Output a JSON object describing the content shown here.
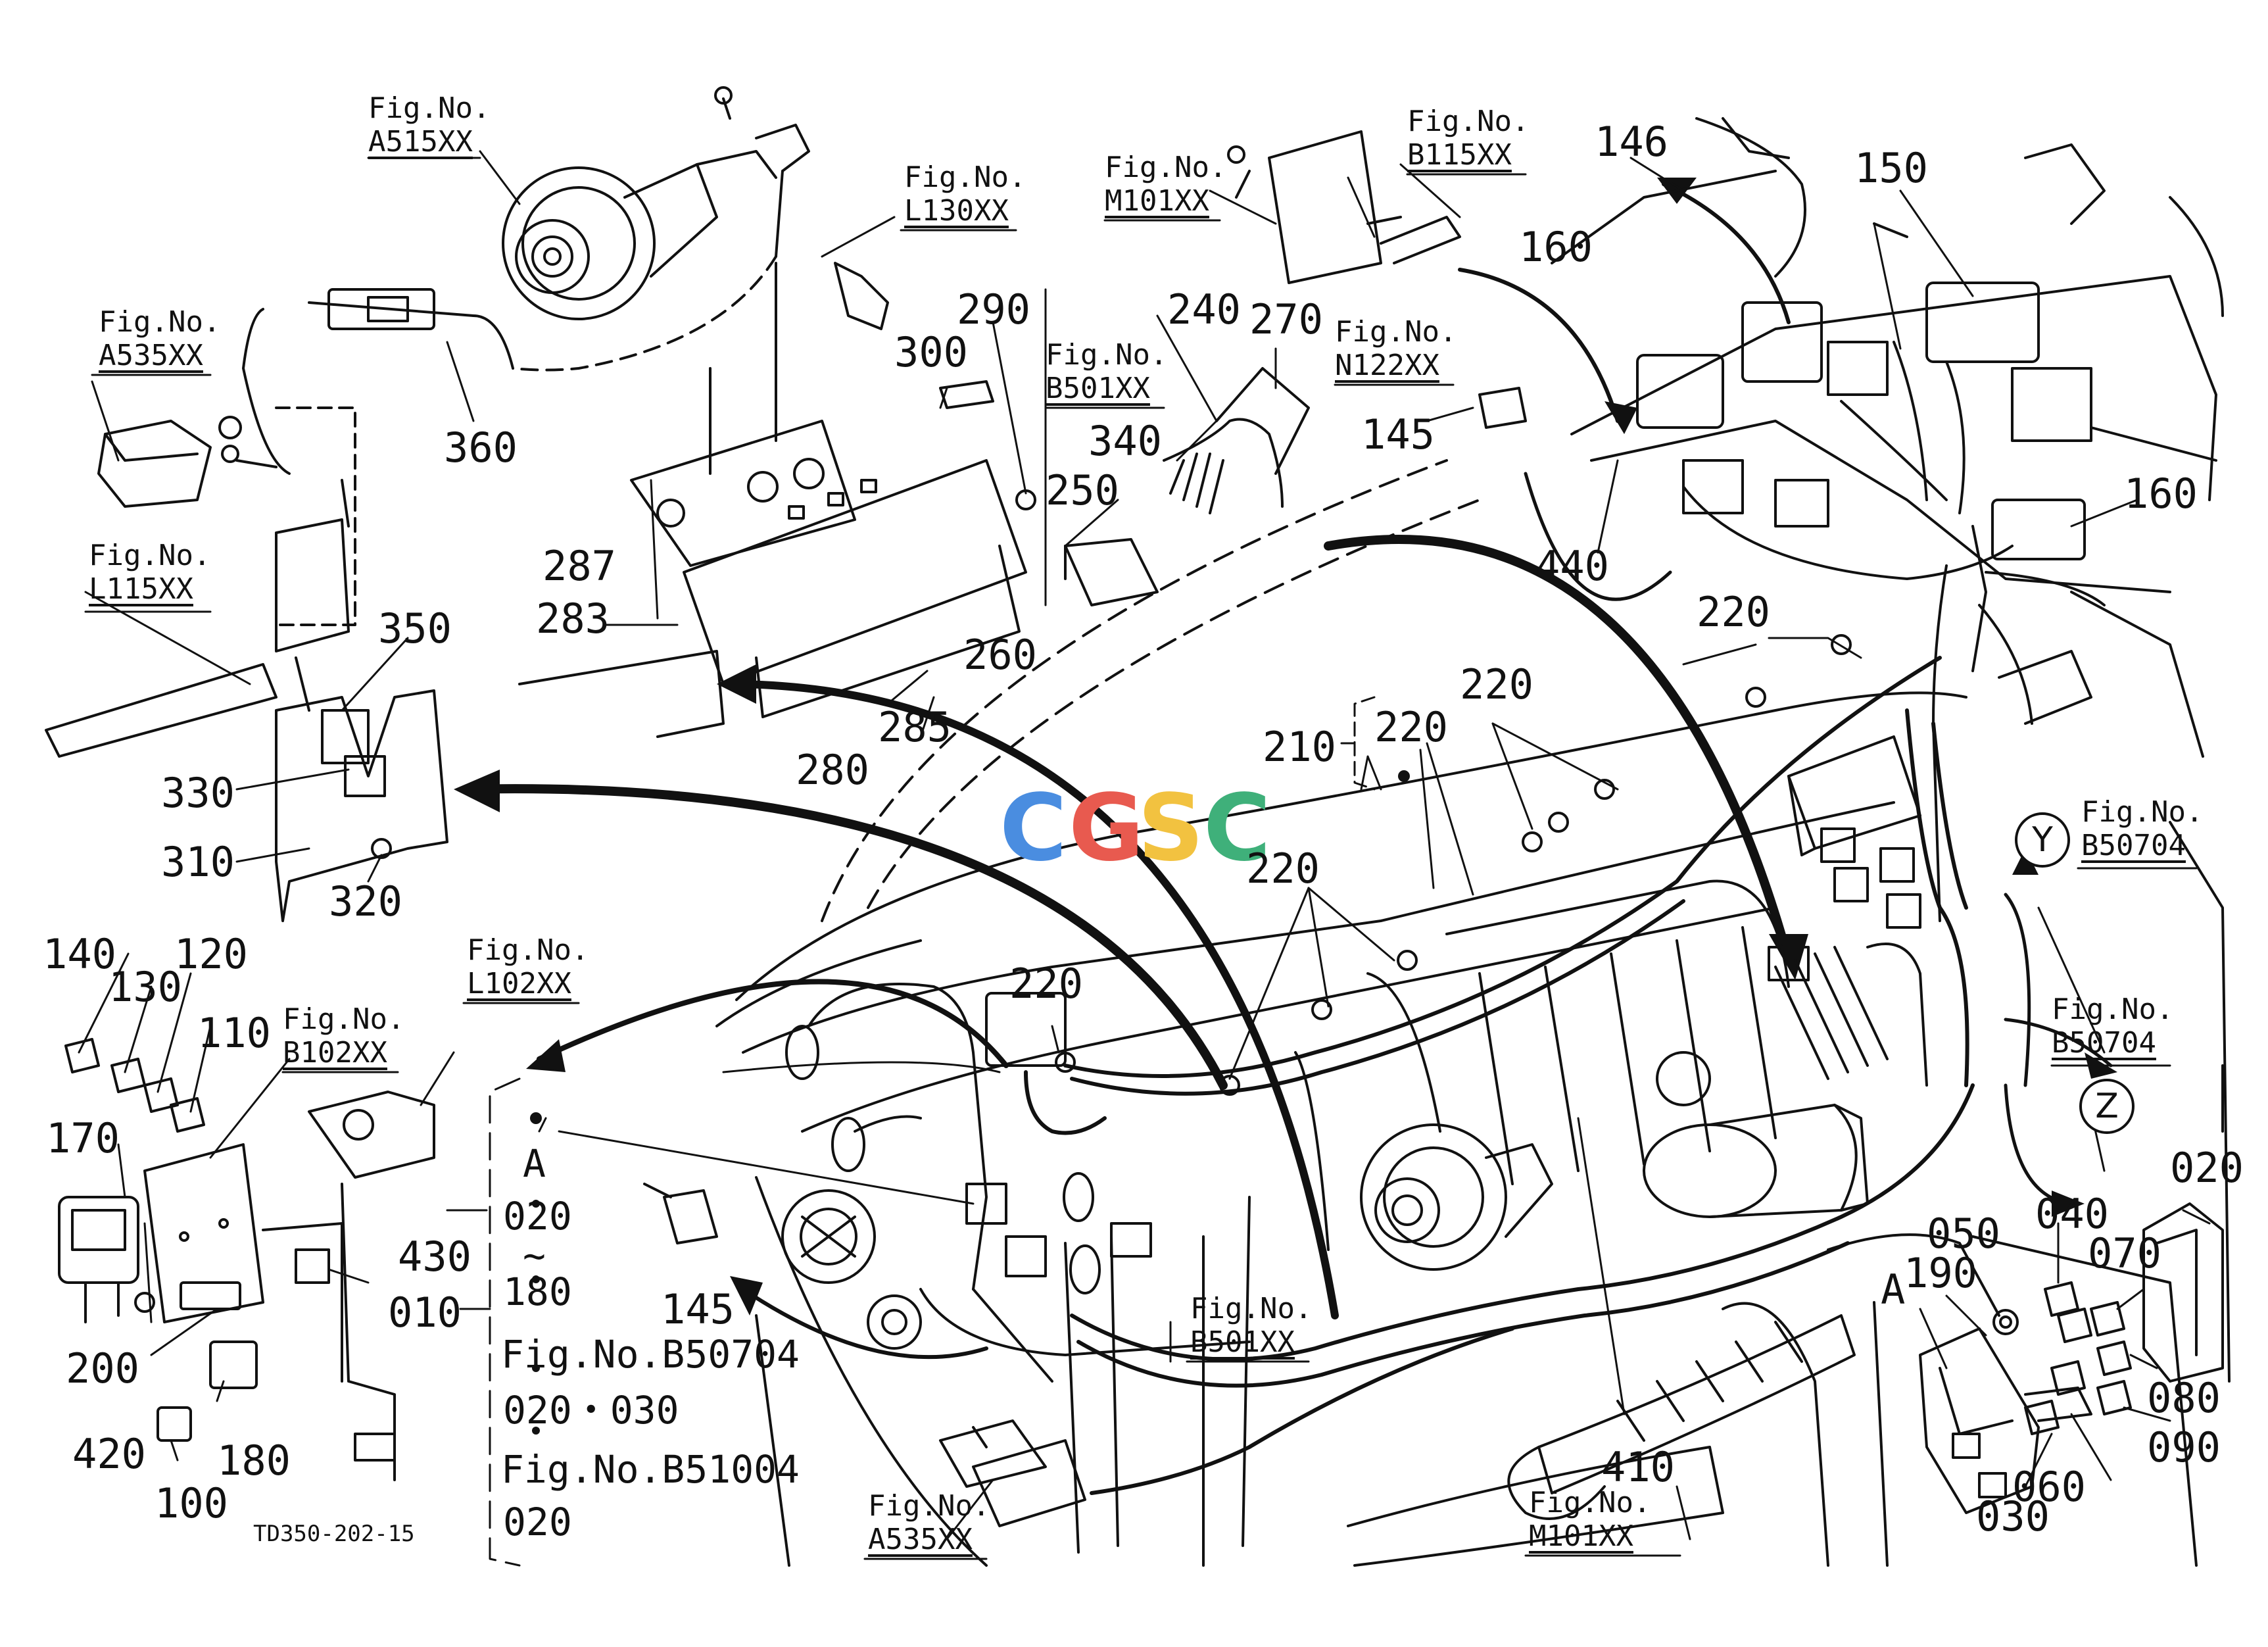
{
  "colors": {
    "ink": "#111111",
    "cgsc_c1": "#4a8de0",
    "cgsc_g": "#e85a4f",
    "cgsc_s": "#f2c240",
    "cgsc_c2": "#3fb07a"
  },
  "watermark": {
    "letters": [
      "C",
      "G",
      "S",
      "C"
    ]
  },
  "drawing_code": "TD350-202-15",
  "callouts": {
    "n010": "010",
    "n020": "020",
    "n030": "030",
    "n040": "040",
    "n050": "050",
    "n060": "060",
    "n070": "070",
    "n080": "080",
    "n090": "090",
    "n100": "100",
    "n110": "110",
    "n120": "120",
    "n130": "130",
    "n140": "140",
    "n145a": "145",
    "n145b": "145",
    "n146": "146",
    "n150": "150",
    "n160a": "160",
    "n160b": "160",
    "n170": "170",
    "n180": "180",
    "n190": "190",
    "n200": "200",
    "n210": "210",
    "n220a": "220",
    "n220b": "220",
    "n220c": "220",
    "n220d": "220",
    "n220e": "220",
    "n240": "240",
    "n250": "250",
    "n260": "260",
    "n270": "270",
    "n280": "280",
    "n283": "283",
    "n285": "285",
    "n287": "287",
    "n290": "290",
    "n300": "300",
    "n310": "310",
    "n320": "320",
    "n330": "330",
    "n340": "340",
    "n350": "350",
    "n360": "360",
    "n410": "410",
    "n420": "420",
    "n430": "430",
    "n440": "440",
    "markA1": "A",
    "markA2": "A",
    "circY": "Y",
    "circZ": "Z"
  },
  "fig_refs": {
    "fig_label": "Fig.No.",
    "a515": "A515XX",
    "a535a": "A535XX",
    "l115": "L115XX",
    "l130": "L130XX",
    "m101a": "M101XX",
    "b115": "B115XX",
    "b501a": "B501XX",
    "n122": "N122XX",
    "b50704a": "B50704",
    "b50704b": "B50704",
    "l102": "L102XX",
    "b102": "B102XX",
    "b501b": "B501XX",
    "a535b": "A535XX",
    "m101b": "M101XX"
  },
  "legend": {
    "mark": "A",
    "range_start": "020",
    "tilde": "~",
    "range_end": "180",
    "ref1": "Fig.No.B50704",
    "ref1_items": "020・030",
    "ref2": "Fig.No.B51004",
    "ref2_items": "020"
  }
}
